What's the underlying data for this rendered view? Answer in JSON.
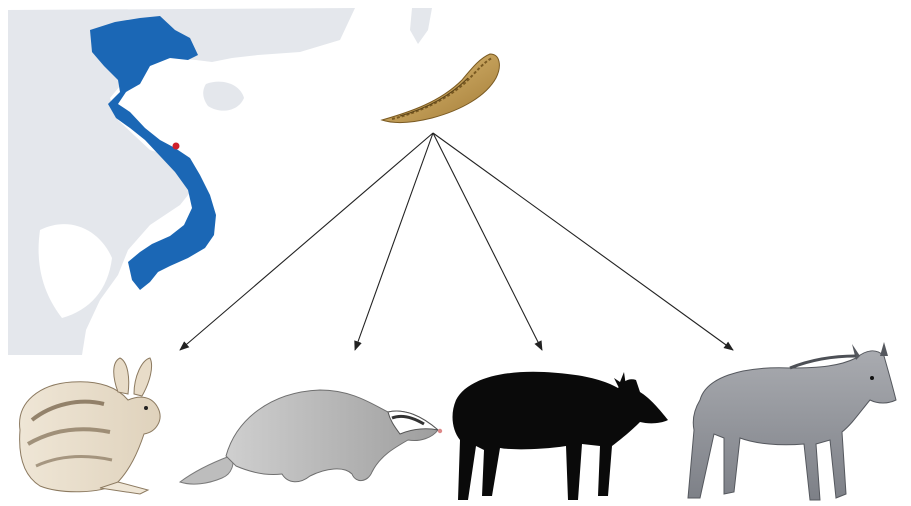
{
  "colors": {
    "background": "#ffffff",
    "land": "#e4e7ec",
    "water": "#ffffff",
    "vietnam": "#1b67b5",
    "location_marker": "#d0202a",
    "leech": "#c9a35a",
    "leech_stripe": "#7a5a22",
    "arrow": "#222222"
  },
  "map": {
    "highlighted_country": "Vietnam",
    "marker": "red-dot"
  },
  "diagram": {
    "source": "leech",
    "hosts": [
      {
        "name": "striped-rabbit"
      },
      {
        "name": "ferret-badger"
      },
      {
        "name": "muntjac"
      },
      {
        "name": "serow"
      }
    ]
  }
}
